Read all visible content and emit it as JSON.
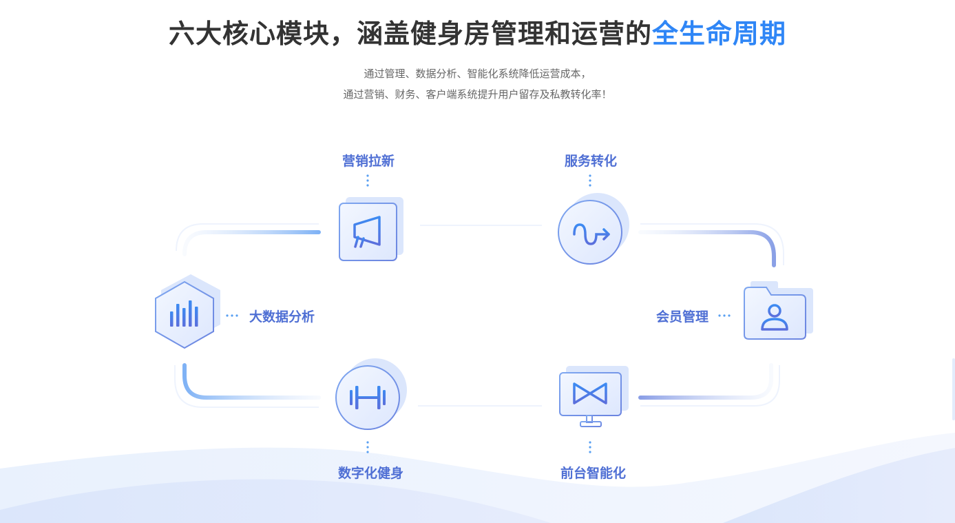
{
  "header": {
    "title_prefix": "六大核心模块，涵盖健身房管理和运营的",
    "title_highlight": "全生命周期",
    "subtitle_line1": "通过管理、数据分析、智能化系统降低运营成本，",
    "subtitle_line2": "通过营销、财务、客户端系统提升用户留存及私教转化率！"
  },
  "modules": {
    "marketing": {
      "label": "营销拉新",
      "icon": "megaphone-icon"
    },
    "service": {
      "label": "服务转化",
      "icon": "conversion-arrow-icon"
    },
    "data": {
      "label": "大数据分析",
      "icon": "bar-chart-icon"
    },
    "member": {
      "label": "会员管理",
      "icon": "user-folder-icon"
    },
    "digital": {
      "label": "数字化健身",
      "icon": "dumbbell-icon"
    },
    "front": {
      "label": "前台智能化",
      "icon": "monitor-icon"
    }
  },
  "colors": {
    "title": "#333333",
    "highlight": "#2f86f6",
    "label": "#4f6fd4",
    "subtitle": "#666666",
    "icon_stroke": "#5b82e6"
  }
}
